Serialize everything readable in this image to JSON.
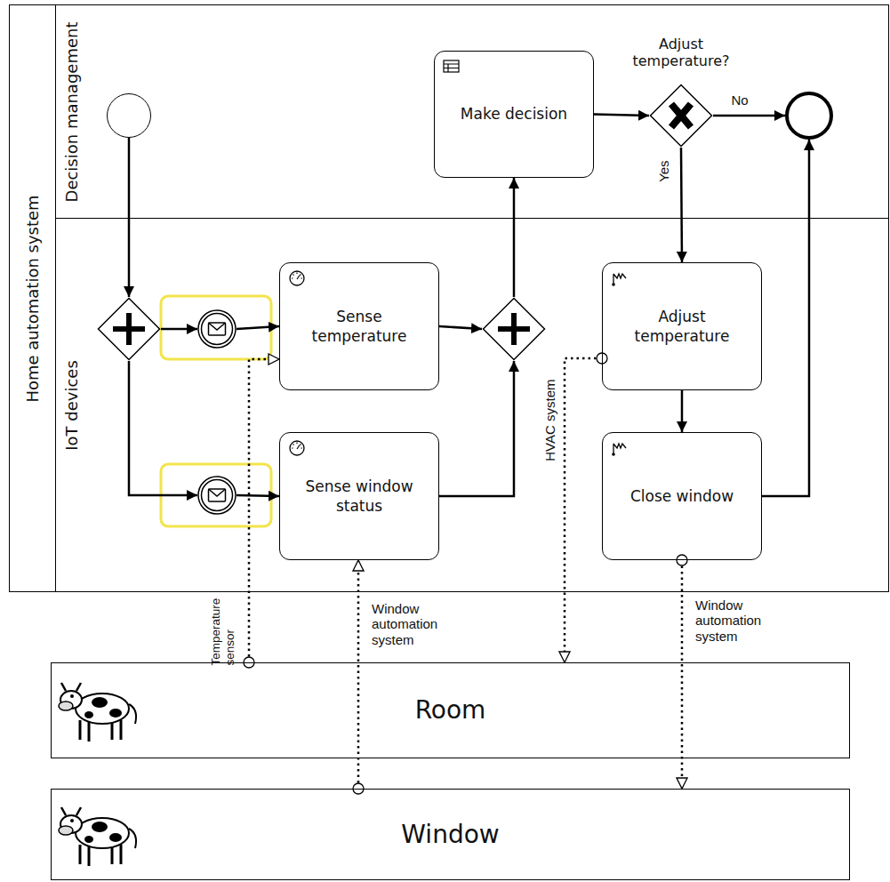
{
  "diagram": {
    "nodes": [
      {
        "text": [
          "Home automation system"
        ]
      },
      {
        "text": [
          "Decision management"
        ],
        "in": 0
      },
      {
        "text": [
          "IoT devices"
        ],
        "in": 0
      },
      {
        "text": [],
        "in": 1
      },
      {
        "text": [
          "Make decision"
        ],
        "in": 1
      },
      {
        "text": [
          "Adjust temperature?"
        ],
        "in": 1
      },
      {
        "text": [],
        "in": 1
      },
      {
        "text": [],
        "in": 2
      },
      {
        "text": [],
        "in": 2
      },
      {
        "text": [
          "Sense temperature"
        ],
        "in": 2
      },
      {
        "text": [],
        "in": 2
      },
      {
        "text": [],
        "in": 2
      },
      {
        "text": [
          "Sense window status"
        ],
        "in": 2
      },
      {
        "text": [
          "Adjust temperature"
        ],
        "in": 2
      },
      {
        "text": [
          "Close window"
        ],
        "in": 2
      },
      {
        "text": [
          "Room"
        ]
      },
      {
        "text": [
          "Window"
        ]
      }
    ],
    "edges": [
      {
        "from": 3,
        "to": 7,
        "arrow": "to"
      },
      {
        "from": 7,
        "to": 8,
        "arrow": "to"
      },
      {
        "from": 7,
        "to": 11,
        "arrow": "to"
      },
      {
        "from": 8,
        "to": 9,
        "arrow": "to"
      },
      {
        "from": 11,
        "to": 12,
        "arrow": "to"
      },
      {
        "from": 9,
        "to": 10,
        "arrow": "to"
      },
      {
        "from": 12,
        "to": 10,
        "arrow": "to"
      },
      {
        "from": 10,
        "to": 4,
        "arrow": "to"
      },
      {
        "from": 4,
        "to": 5,
        "arrow": "to"
      },
      {
        "from": 5,
        "to": 6,
        "label": "No",
        "arrow": "to"
      },
      {
        "from": 5,
        "to": 13,
        "label": "Yes",
        "arrow": "to"
      },
      {
        "from": 13,
        "to": 14,
        "arrow": "to"
      },
      {
        "from": 14,
        "to": 6,
        "arrow": "to"
      },
      {
        "from": 15,
        "to": 9,
        "label": "Temperature sensor",
        "arrow": "to"
      },
      {
        "from": 16,
        "to": 12,
        "label": "Window automation system",
        "arrow": "to"
      },
      {
        "from": 13,
        "to": 15,
        "label": "HVAC system",
        "arrow": "to"
      },
      {
        "from": 14,
        "to": 16,
        "label": "Window automation system",
        "arrow": "to"
      }
    ]
  }
}
